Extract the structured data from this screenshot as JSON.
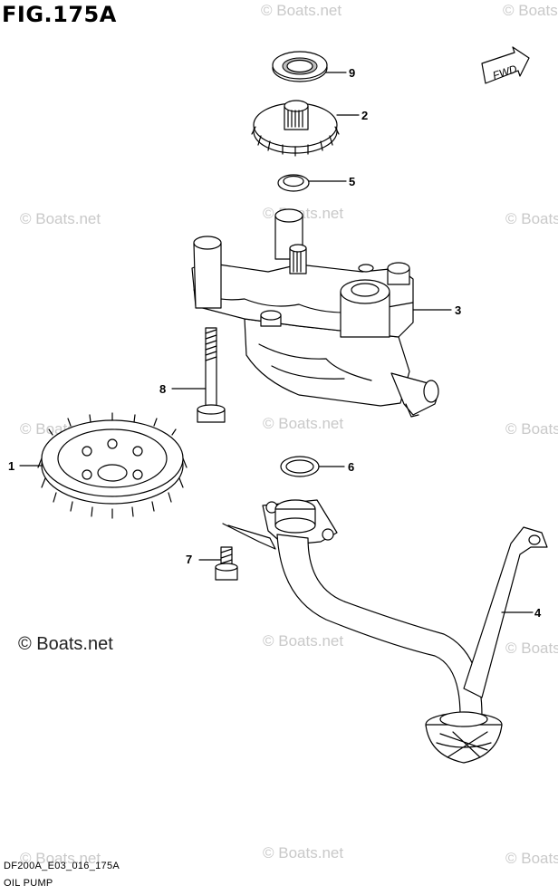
{
  "figure": {
    "title": "FIG.175A",
    "code": "DF200A_E03_016_175A",
    "name": "OIL PUMP",
    "direction_label": "FWD"
  },
  "callouts": [
    "9",
    "2",
    "5",
    "3",
    "8",
    "1",
    "6",
    "7",
    "4"
  ],
  "watermark": {
    "text": "© Boats.net",
    "prominent_text": "© Boats.net"
  }
}
